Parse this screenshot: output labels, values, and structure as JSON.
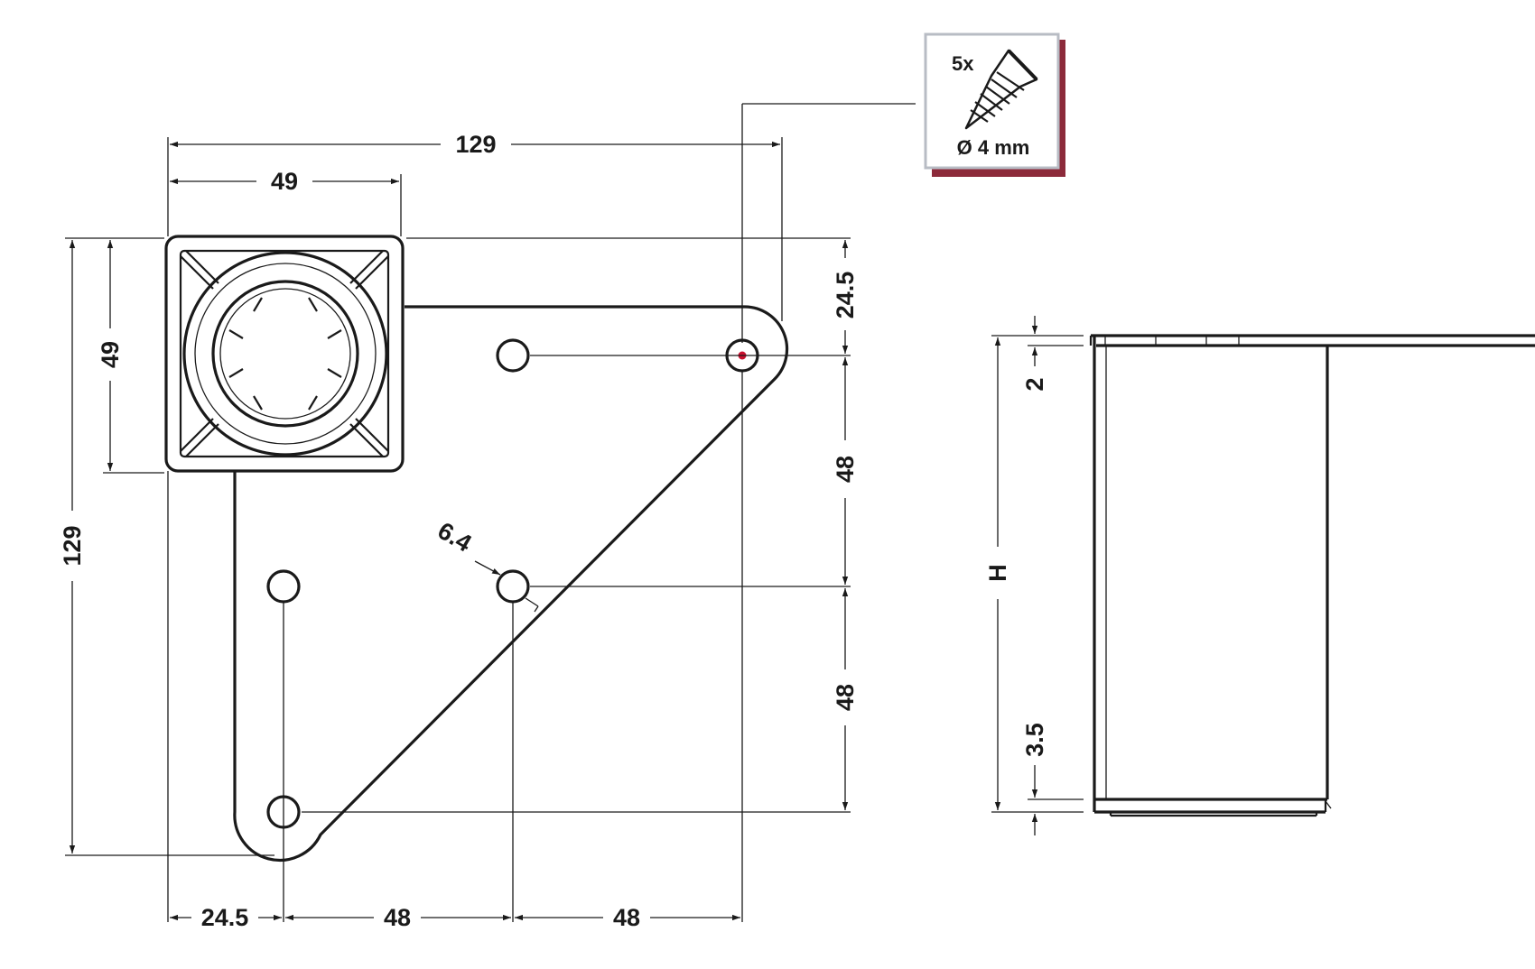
{
  "colors": {
    "line": "#1a1a1a",
    "callout_shadow": "#8c2a3a",
    "callout_border": "#b8bcc4",
    "hole_marker": "#c8102e"
  },
  "icons": {
    "screw": "screw-icon"
  },
  "callout": {
    "quantity": "5x",
    "diameter": "Ø 4 mm"
  },
  "dimensions": {
    "overall_width": "129",
    "overall_height": "129",
    "block_width": "49",
    "block_height": "49",
    "right_top_offset": "24.5",
    "right_spacing_1": "48",
    "right_spacing_2": "48",
    "bottom_left_offset": "24.5",
    "bottom_spacing_1": "48",
    "bottom_spacing_2": "48",
    "hole_diameter": "6.4"
  },
  "side_view": {
    "height_label": "H",
    "top_thickness": "2",
    "bottom_thickness": "3.5"
  }
}
